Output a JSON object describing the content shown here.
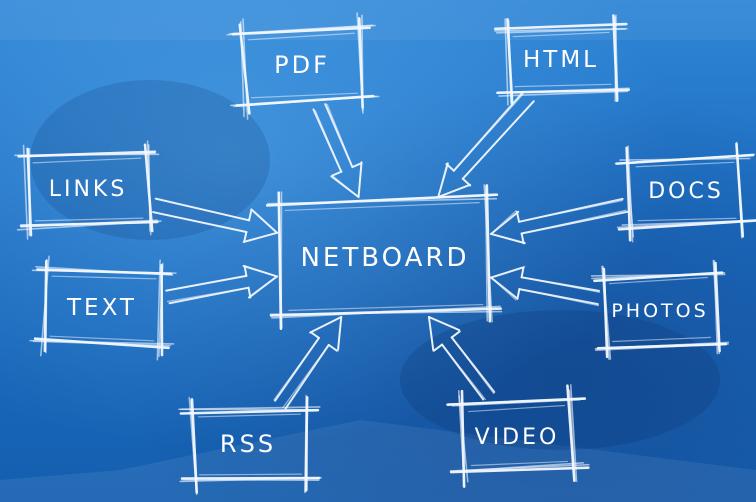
{
  "diagram": {
    "center": {
      "label": "NETBOARD"
    },
    "nodes": [
      {
        "id": "pdf",
        "label": "PDF"
      },
      {
        "id": "html",
        "label": "HTML"
      },
      {
        "id": "links",
        "label": "LINKS"
      },
      {
        "id": "docs",
        "label": "DOCS"
      },
      {
        "id": "text",
        "label": "TEXT"
      },
      {
        "id": "photos",
        "label": "PHOTOS"
      },
      {
        "id": "rss",
        "label": "RSS"
      },
      {
        "id": "video",
        "label": "VIDEO"
      }
    ],
    "edges": [
      {
        "from": "pdf",
        "to": "center"
      },
      {
        "from": "html",
        "to": "center"
      },
      {
        "from": "links",
        "to": "center"
      },
      {
        "from": "docs",
        "to": "center"
      },
      {
        "from": "text",
        "to": "center"
      },
      {
        "from": "photos",
        "to": "center"
      },
      {
        "from": "rss",
        "to": "center"
      },
      {
        "from": "video",
        "to": "center"
      }
    ]
  },
  "colors": {
    "background": "#1a6fc4",
    "chalk": "#f4f8ff"
  }
}
